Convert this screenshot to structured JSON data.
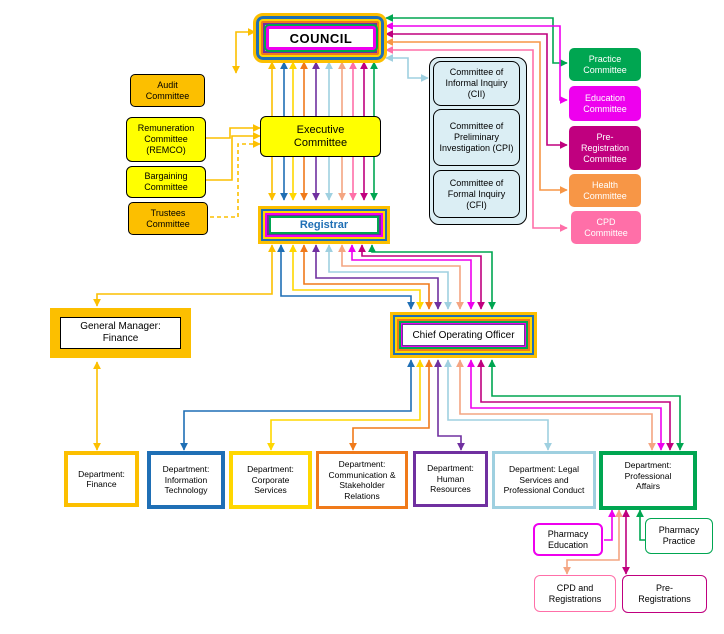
{
  "nodes": {
    "council": "COUNCIL",
    "executive": "Executive Committee",
    "registrar": "Registrar",
    "coo": "Chief Operating Officer",
    "gm_finance": "General Manager: Finance",
    "audit": "Audit Committee",
    "remco": "Remuneration Committee (REMCO)",
    "bargaining": "Bargaining Committee",
    "trustees": "Trustees Committee",
    "cii": "Committee of Informal Inquiry (CII)",
    "cpi": "Committee of Preliminary Investigation (CPI)",
    "cfi": "Committee of Formal Inquiry (CFI)",
    "practice_committee": "Practice Committee",
    "education_committee": "Education Committee",
    "preregistration_committee": "Pre-Registration Committee",
    "health_committee": "Health Committee",
    "cpd_committee": "CPD Committee",
    "dept_finance": "Department: Finance",
    "dept_it": "Department: Information Technology",
    "dept_corporate": "Department: Corporate Services",
    "dept_communication": "Department: Communication & Stakeholder Relations",
    "dept_hr": "Department: Human Resources",
    "dept_legal": "Department: Legal Services and Professional Conduct",
    "dept_professional": "Department: Professional Affairs",
    "pharmacy_education": "Pharmacy Education",
    "pharmacy_practice": "Pharmacy Practice",
    "cpd_registrations": "CPD and Registrations",
    "pre_registrations": "Pre-Registrations"
  },
  "colors": {
    "gold": "#fcbf00",
    "yellow": "#ffff00",
    "blue": "#1f6fb5",
    "orange": "#f07a1a",
    "purple": "#7030a0",
    "light_blue": "#9fd0e0",
    "salmon": "#f4a582",
    "pink": "#ff6fa8",
    "magenta": "#ee00ee",
    "dark_magenta": "#c0007f",
    "green": "#00a651",
    "peach": "#f79646"
  }
}
